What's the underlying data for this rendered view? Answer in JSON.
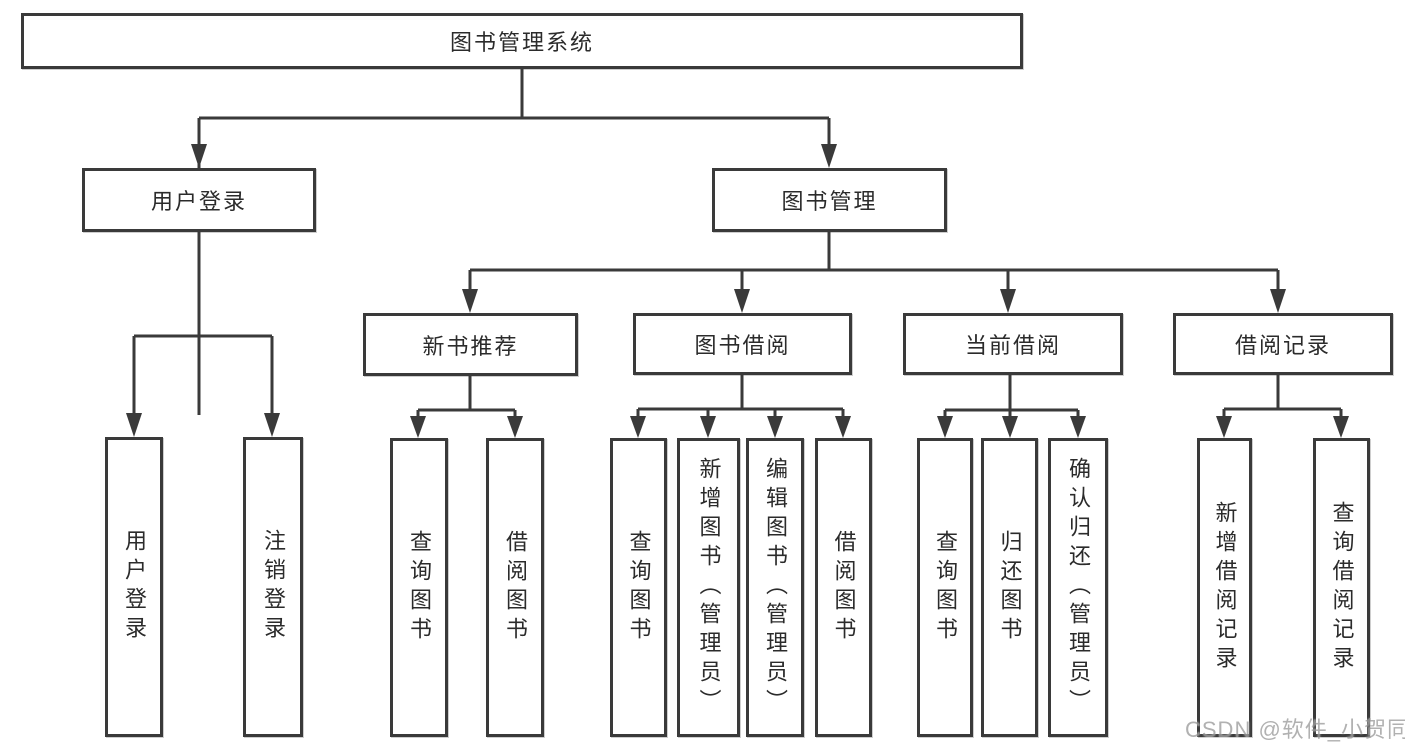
{
  "colors": {
    "border": "#3a3a3a",
    "line": "#3a3a3a",
    "text": "#2b2b2b",
    "background": "#ffffff",
    "watermark": "#9e9e9e"
  },
  "tree": {
    "root": "图书管理系统",
    "branches": [
      {
        "label": "用户登录",
        "children": [
          "用户登录",
          "注销登录"
        ]
      },
      {
        "label": "图书管理",
        "children": [
          {
            "label": "新书推荐",
            "children": [
              "查询图书",
              "借阅图书"
            ]
          },
          {
            "label": "图书借阅",
            "children": [
              "查询图书",
              "新增图书（管理员）",
              "编辑图书（管理员）",
              "借阅图书"
            ]
          },
          {
            "label": "当前借阅",
            "children": [
              "查询图书",
              "归还图书",
              "确认归还（管理员）"
            ]
          },
          {
            "label": "借阅记录",
            "children": [
              "新增借阅记录",
              "查询借阅记录"
            ]
          }
        ]
      }
    ]
  },
  "watermark": {
    "text": "CSDN @软件_小贺同学"
  }
}
